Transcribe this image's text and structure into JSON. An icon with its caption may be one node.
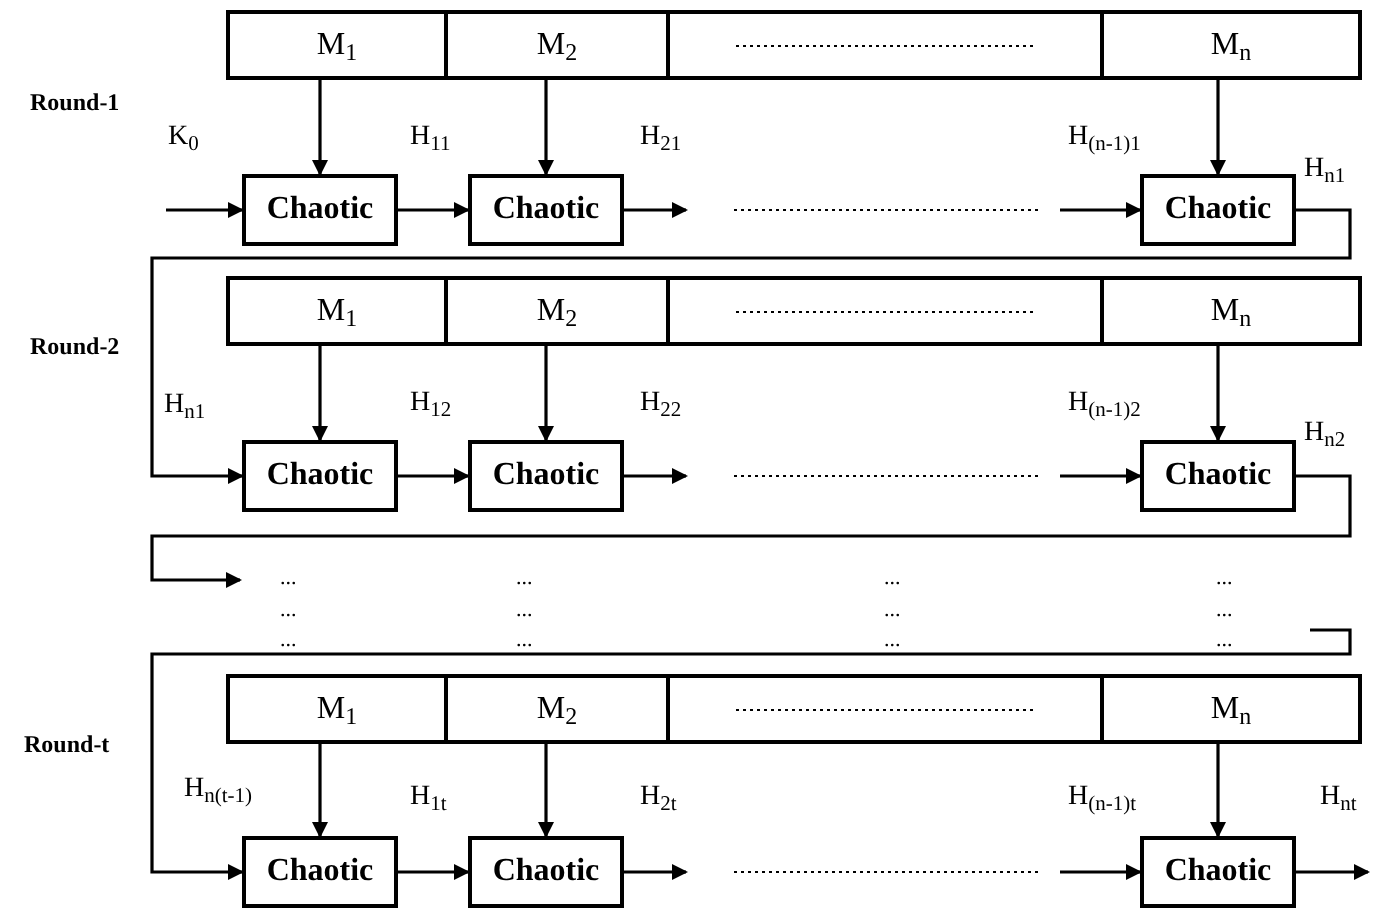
{
  "diagram": {
    "nodes": [
      {
        "text": [
          "M$_{1}$"
        ]
      },
      {
        "text": [
          "M$_{2}$"
        ]
      },
      {
        "text": [],
        "shape": "box"
      },
      {
        "text": [
          "M$_{n}$"
        ]
      },
      {
        "text": [
          "Chaotic"
        ]
      },
      {
        "text": [
          "Chaotic"
        ]
      },
      {
        "text": [
          "Chaotic"
        ]
      },
      {
        "text": [
          "M$_{1}$"
        ]
      },
      {
        "text": [
          "M$_{2}$"
        ]
      },
      {
        "text": [],
        "shape": "box"
      },
      {
        "text": [
          "M$_{n}$"
        ]
      },
      {
        "text": [
          "Chaotic"
        ]
      },
      {
        "text": [
          "Chaotic"
        ]
      },
      {
        "text": [
          "Chaotic"
        ]
      },
      {
        "text": [
          "M$_{1}$"
        ]
      },
      {
        "text": [
          "M$_{2}$"
        ]
      },
      {
        "text": [],
        "shape": "box"
      },
      {
        "text": [
          "M$_{n}$"
        ]
      },
      {
        "text": [
          "Chaotic"
        ]
      },
      {
        "text": [
          "Chaotic"
        ]
      },
      {
        "text": [
          "Chaotic"
        ]
      }
    ],
    "edges": [
      {
        "from": 0,
        "to": 4,
        "arrow": "to"
      },
      {
        "from": 1,
        "to": 5,
        "arrow": "to"
      },
      {
        "from": 3,
        "to": 6,
        "arrow": "to"
      },
      {
        "from": 4,
        "to": 5,
        "arrow": "to",
        "label": "H$_{11}$"
      },
      {
        "from": 5,
        "to": null,
        "arrow": "to",
        "label": "H$_{21}$"
      },
      {
        "from": null,
        "to": 6,
        "arrow": "to",
        "label": "H$_{(n-1)1}$"
      },
      {
        "from": 7,
        "to": 11,
        "arrow": "to"
      },
      {
        "from": 8,
        "to": 12,
        "arrow": "to"
      },
      {
        "from": 10,
        "to": 13,
        "arrow": "to"
      },
      {
        "from": 11,
        "to": 12,
        "arrow": "to",
        "label": "H$_{12}$"
      },
      {
        "from": 12,
        "to": null,
        "arrow": "to",
        "label": "H$_{22}$"
      },
      {
        "from": null,
        "to": 13,
        "arrow": "to",
        "label": "H$_{(n-1)2}$"
      },
      {
        "from": 14,
        "to": 18,
        "arrow": "to"
      },
      {
        "from": 15,
        "to": 19,
        "arrow": "to"
      },
      {
        "from": 17,
        "to": 20,
        "arrow": "to"
      },
      {
        "from": 18,
        "to": 19,
        "arrow": "to",
        "label": "H$_{1t}$"
      },
      {
        "from": 19,
        "to": null,
        "arrow": "to",
        "label": "H$_{2t}$"
      },
      {
        "from": null,
        "to": 20,
        "arrow": "to",
        "label": "H$_{(n-1)t}$"
      },
      {
        "from": null,
        "to": 4,
        "arrow": "to",
        "label": "K$_{0}$"
      },
      {
        "from": 6,
        "to": 11,
        "arrow": "to",
        "label": "H$_{n1}$"
      },
      {
        "from": 13,
        "to": null,
        "arrow": "to",
        "label": "H$_{n2}$"
      },
      {
        "from": null,
        "to": 18,
        "arrow": "to",
        "label": "H$_{n(t-1)}$"
      },
      {
        "from": 20,
        "to": null,
        "arrow": "to",
        "label": "H$_{nt}$"
      }
    ],
    "labels": [
      "Round-1",
      "Round-2",
      "H$_{n1}$",
      "...",
      "...",
      "...",
      "...",
      "...",
      "...",
      "...",
      "...",
      "...",
      "...",
      "...",
      "...",
      "Round-t"
    ]
  }
}
